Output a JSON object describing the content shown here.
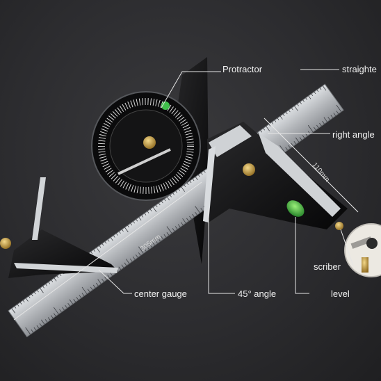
{
  "labels": {
    "protractor": "Protractor",
    "straightedge": "straighte",
    "right_angle": "right angle",
    "scriber": "scriber",
    "center_gauge": "center gauge",
    "angle_45": "45° angle",
    "level": "level"
  },
  "dimensions": {
    "length": "305mm",
    "height": "110mm"
  },
  "colors": {
    "background": "#2b2b2d",
    "steel": "#b9bcc0",
    "body": "#0d0d0e",
    "brass": "#c9a24a",
    "level_vial": "#3fbf4a",
    "leader_line": "#e6e6e6"
  }
}
